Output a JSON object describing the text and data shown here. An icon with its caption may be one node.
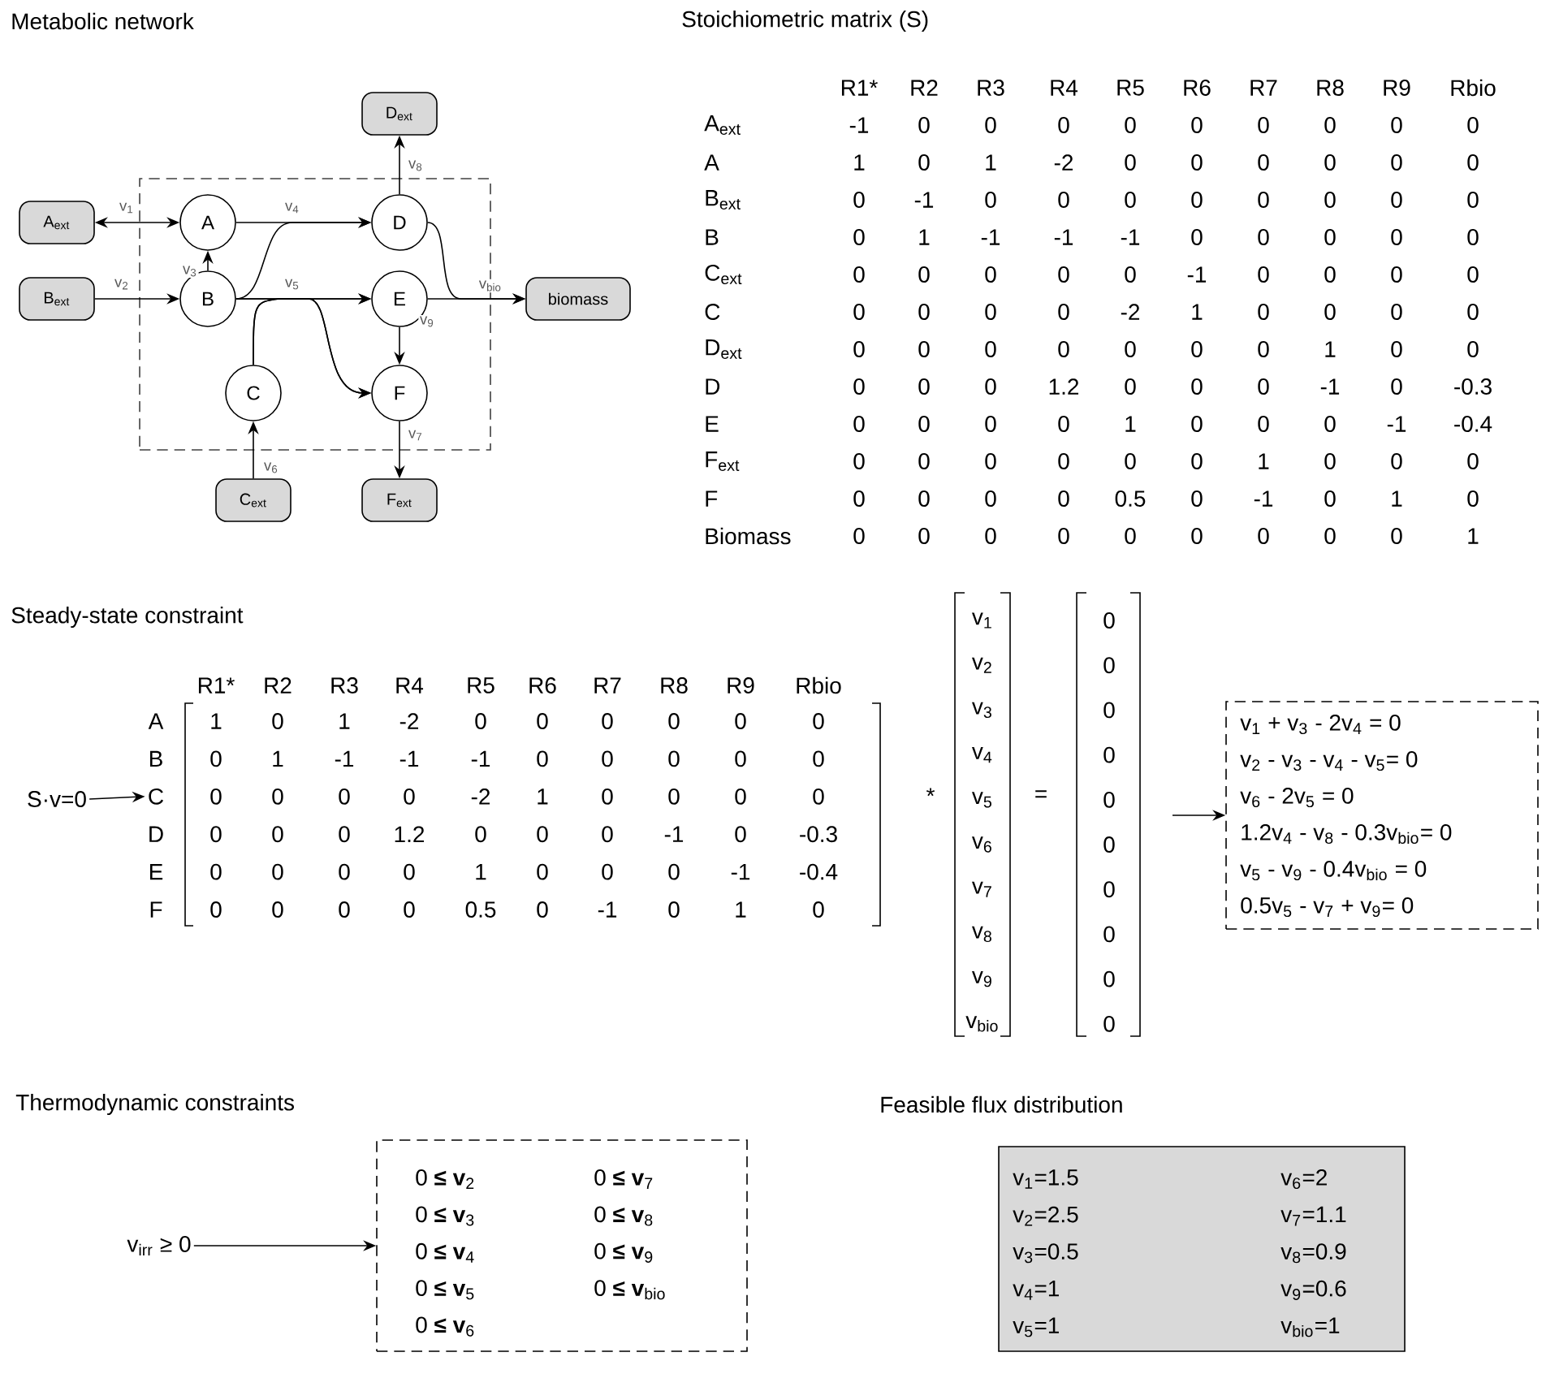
{
  "diagram": {
    "nodes": [
      {
        "text": [],
        "shape": "box"
      },
      {
        "text": [
          "A"
        ],
        "in": 0
      },
      {
        "text": [
          "B"
        ],
        "in": 0
      },
      {
        "text": [
          "C"
        ],
        "in": 0
      },
      {
        "text": [
          "D"
        ],
        "in": 0
      },
      {
        "text": [
          "E"
        ],
        "in": 0
      },
      {
        "text": [
          "F"
        ],
        "in": 0
      },
      {
        "text": [
          "A$_{ext}$"
        ]
      },
      {
        "text": [
          "B$_{ext}$"
        ]
      },
      {
        "text": [
          "C$_{ext}$"
        ]
      },
      {
        "text": [
          "D$_{ext}$"
        ]
      },
      {
        "text": [
          "F$_{ext}$"
        ]
      },
      {
        "text": [
          "biomass"
        ]
      },
      {
        "text": [
          "S·v=0"
        ]
      },
      {
        "text": [
          "v$_{1}$ + v$_{3}$ - 2v$_{4}$ = 0",
          "v$_{2}$ - v$_{3}$ - v$_{4}$ - v$_{5}$= 0",
          "v$_{6}$ - 2v$_{5}$ = 0",
          "1.2v$_{4}$ - v$_{8}$ - 0.3v$_{bio}$= 0",
          "v$_{5}$ - v$_{9}$ - 0.4v$_{bio}$ = 0",
          "0.5v$_{5}$ - v$_{7}$ + v$_{9}$= 0"
        ]
      },
      {
        "text": [
          "v$_{irr}$ ≥ 0"
        ]
      },
      {
        "text": [
          "0 **≤ v**$_{2}$",
          "0 **≤ v**$_{3}$",
          "0 **≤ v**$_{4}$",
          "0 **≤ v**$_{5}$",
          "0 **≤ v**$_{6}$",
          "0 **≤ v**$_{7}$",
          "0 **≤ v**$_{8}$",
          "0 **≤ v**$_{9}$",
          "0 **≤ v**$_{bio}$"
        ]
      },
      {
        "text": [
          "v$_{1}$=1.5",
          "v$_{2}$=2.5",
          "v$_{3}$=0.5",
          "v$_{4}$=1",
          "v$_{5}$=1",
          "v$_{6}$=2",
          "v$_{7}$=1.1",
          "v$_{8}$=0.9",
          "v$_{9}$=0.6",
          "v$_{bio}$=1"
        ]
      },
      {
        "text": [
          "C"
        ]
      }
    ],
    "edges": [
      {
        "from": 7,
        "to": 1,
        "arrow": "both",
        "label": "v$_{1}$"
      },
      {
        "from": 8,
        "to": 2,
        "arrow": "to",
        "label": "v$_{2}$"
      },
      {
        "from": 2,
        "to": 1,
        "arrow": "to",
        "label": "v$_{3}$"
      },
      {
        "from": 1,
        "to": 4,
        "arrow": "to",
        "label": "v$_{4}$"
      },
      {
        "from": 2,
        "to": 4,
        "arrow": "to"
      },
      {
        "from": 2,
        "to": 5,
        "arrow": "to",
        "label": "v$_{5}$"
      },
      {
        "from": 3,
        "to": 5,
        "arrow": "to"
      },
      {
        "from": 2,
        "to": 6,
        "arrow": "to"
      },
      {
        "from": 3,
        "to": 6,
        "arrow": "to"
      },
      {
        "from": 9,
        "to": 3,
        "arrow": "to",
        "label": "v$_{6}$"
      },
      {
        "from": 6,
        "to": 11,
        "arrow": "to",
        "label": "v$_{7}$"
      },
      {
        "from": 4,
        "to": 10,
        "arrow": "to",
        "label": "v$_{8}$"
      },
      {
        "from": 5,
        "to": 6,
        "arrow": "to",
        "label": "v$_{9}$"
      },
      {
        "from": 5,
        "to": 12,
        "arrow": "to",
        "label": "v$_{bio}$"
      },
      {
        "from": 4,
        "to": 12,
        "arrow": "to"
      },
      {
        "from": 13,
        "to": 18,
        "arrow": "to"
      },
      {
        "from": null,
        "to": 14,
        "arrow": "to"
      },
      {
        "from": 15,
        "to": 16,
        "arrow": "to"
      }
    ],
    "labels": [
      "Metabolic network",
      "Stoichiometric matrix (S)",
      "R1*",
      "R2",
      "R3",
      "R4",
      "R5",
      "R6",
      "R7",
      "R8",
      "R9",
      "Rbio",
      "A$_{ext}$",
      "-1",
      "0",
      "0",
      "0",
      "0",
      "0",
      "0",
      "0",
      "0",
      "0",
      "A",
      "1",
      "0",
      "1",
      "-2",
      "0",
      "0",
      "0",
      "0",
      "0",
      "0",
      "B$_{ext}$",
      "0",
      "-1",
      "0",
      "0",
      "0",
      "0",
      "0",
      "0",
      "0",
      "0",
      "B",
      "0",
      "1",
      "-1",
      "-1",
      "-1",
      "0",
      "0",
      "0",
      "0",
      "0",
      "C$_{ext}$",
      "0",
      "0",
      "0",
      "0",
      "0",
      "-1",
      "0",
      "0",
      "0",
      "0",
      "C",
      "0",
      "0",
      "0",
      "0",
      "-2",
      "1",
      "0",
      "0",
      "0",
      "0",
      "D$_{ext}$",
      "0",
      "0",
      "0",
      "0",
      "0",
      "0",
      "0",
      "1",
      "0",
      "0",
      "D",
      "0",
      "0",
      "0",
      "1.2",
      "0",
      "0",
      "0",
      "-1",
      "0",
      "-0.3",
      "E",
      "0",
      "0",
      "0",
      "0",
      "1",
      "0",
      "0",
      "0",
      "-1",
      "-0.4",
      "F$_{ext}$",
      "0",
      "0",
      "0",
      "0",
      "0",
      "0",
      "1",
      "0",
      "0",
      "0",
      "F",
      "0",
      "0",
      "0",
      "0",
      "0.5",
      "0",
      "-1",
      "0",
      "1",
      "0",
      "Biomass",
      "0",
      "0",
      "0",
      "0",
      "0",
      "0",
      "0",
      "0",
      "0",
      "1",
      "Steady-state constraint",
      "R1*",
      "R2",
      "R3",
      "R4",
      "R5",
      "R6",
      "R7",
      "R8",
      "R9",
      "Rbio",
      "A",
      "1",
      "0",
      "1",
      "-2",
      "0",
      "0",
      "0",
      "0",
      "0",
      "0",
      "B",
      "0",
      "1",
      "-1",
      "-1",
      "-1",
      "0",
      "0",
      "0",
      "0",
      "0",
      "0",
      "0",
      "0",
      "0",
      "-2",
      "1",
      "0",
      "0",
      "0",
      "0",
      "D",
      "0",
      "0",
      "0",
      "1.2",
      "0",
      "0",
      "0",
      "-1",
      "0",
      "-0.3",
      "E",
      "0",
      "0",
      "0",
      "0",
      "1",
      "0",
      "0",
      "0",
      "-1",
      "-0.4",
      "F",
      "0",
      "0",
      "0",
      "0",
      "0.5",
      "0",
      "-1",
      "0",
      "1",
      "0",
      "*",
      "v$_{1}$",
      "v$_{2}$",
      "v$_{3}$",
      "v$_{4}$",
      "v$_{5}$",
      "v$_{6}$",
      "v$_{7}$",
      "v$_{8}$",
      "v$_{9}$",
      "v$_{bio}$",
      "=",
      "0",
      "0",
      "0",
      "0",
      "0",
      "0",
      "0",
      "0",
      "0",
      "0",
      "Thermodynamic constraints",
      "Feasible flux distribution"
    ]
  }
}
